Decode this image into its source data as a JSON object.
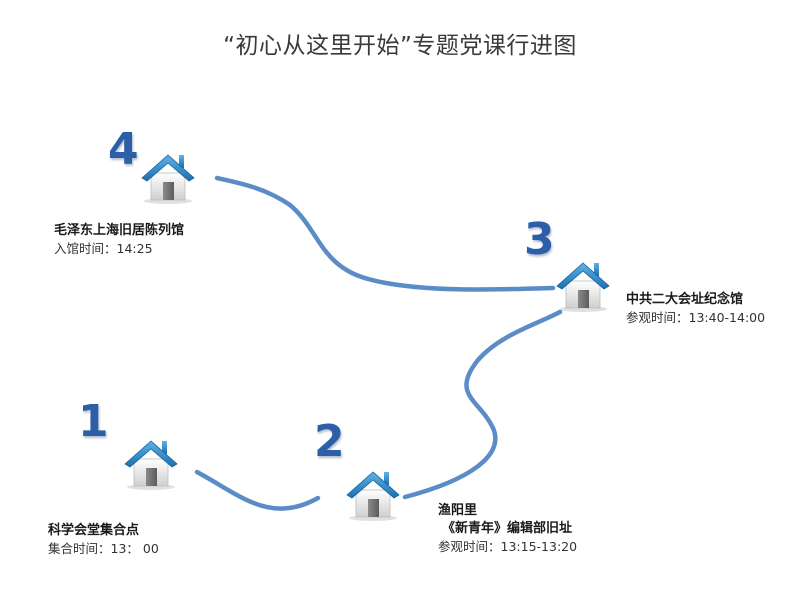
{
  "title": "“初心从这里开始”专题党课行进图",
  "colors": {
    "route": "#5b8cc8",
    "number": "#2d5fa8",
    "house_roof": "#2a87c8",
    "house_body": "#f2f2f2"
  },
  "stops": [
    {
      "number": "1",
      "name": "科学会堂集合点",
      "time": "集合时间：13： 00",
      "icon": "house-icon"
    },
    {
      "number": "2",
      "name": "渔阳里",
      "name2": "《新青年》编辑部旧址",
      "time": "参观时间：13:15-13:20",
      "icon": "house-icon"
    },
    {
      "number": "3",
      "name": "中共二大会址纪念馆",
      "time": "参观时间：13:40-14:00",
      "icon": "house-icon"
    },
    {
      "number": "4",
      "name": "毛泽东上海旧居陈列馆",
      "time": "入馆时间：14:25",
      "icon": "house-icon"
    }
  ]
}
